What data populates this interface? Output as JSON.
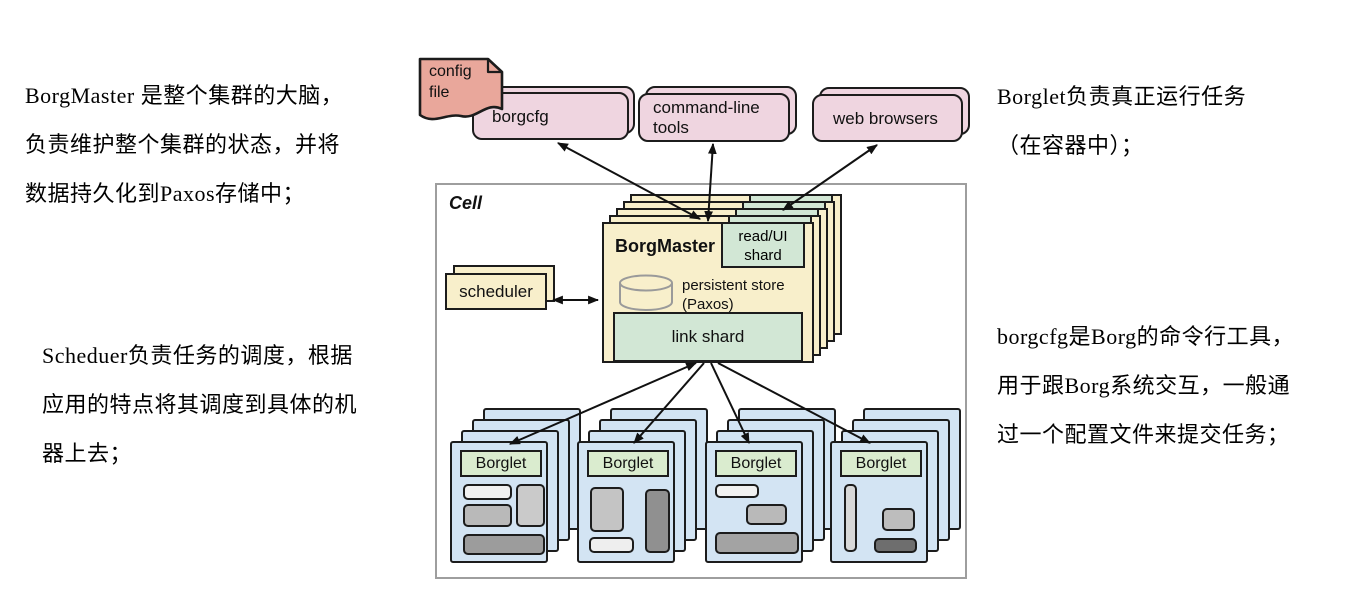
{
  "annotations": {
    "borgmaster_note": {
      "lines": [
        "BorgMaster 是整个集群的大脑，",
        "负责维护整个集群的状态，并将",
        "数据持久化到Paxos存储中；"
      ]
    },
    "scheduler_note": {
      "lines": [
        "Scheduer负责任务的调度，根据",
        "应用的特点将其调度到具体的机",
        "器上去；"
      ]
    },
    "borglet_note": {
      "lines": [
        "Borglet负责真正运行任务",
        "（在容器中）；"
      ]
    },
    "borgcfg_note": {
      "lines": [
        "borgcfg是Borg的命令行工具，",
        "用于跟Borg系统交互，一般通",
        "过一个配置文件来提交任务；"
      ]
    }
  },
  "diagram": {
    "cell_label": "Cell",
    "config_file_line1": "config",
    "config_file_line2": "file",
    "borgcfg_label": "borgcfg",
    "cmdline_tools_line1": "command-line",
    "cmdline_tools_line2": "tools",
    "web_browsers_label": "web browsers",
    "scheduler_label": "scheduler",
    "borgmaster_label": "BorgMaster",
    "read_ui_shard_line1": "read/UI",
    "read_ui_shard_line2": "shard",
    "persistent_store_line1": "persistent store",
    "persistent_store_line2": "(Paxos)",
    "link_shard_label": "link shard",
    "borglet_label": "Borglet"
  },
  "colors": {
    "cream": "#f8efcb",
    "shard_green": "#d2e7d5",
    "borglet_green": "#daeccf",
    "machine_blue": "#d3e4f3",
    "pink": "#efd5e0",
    "salmon": "#e9a79b",
    "cell_border": "#9e9e9e",
    "line_black": "#111111"
  }
}
